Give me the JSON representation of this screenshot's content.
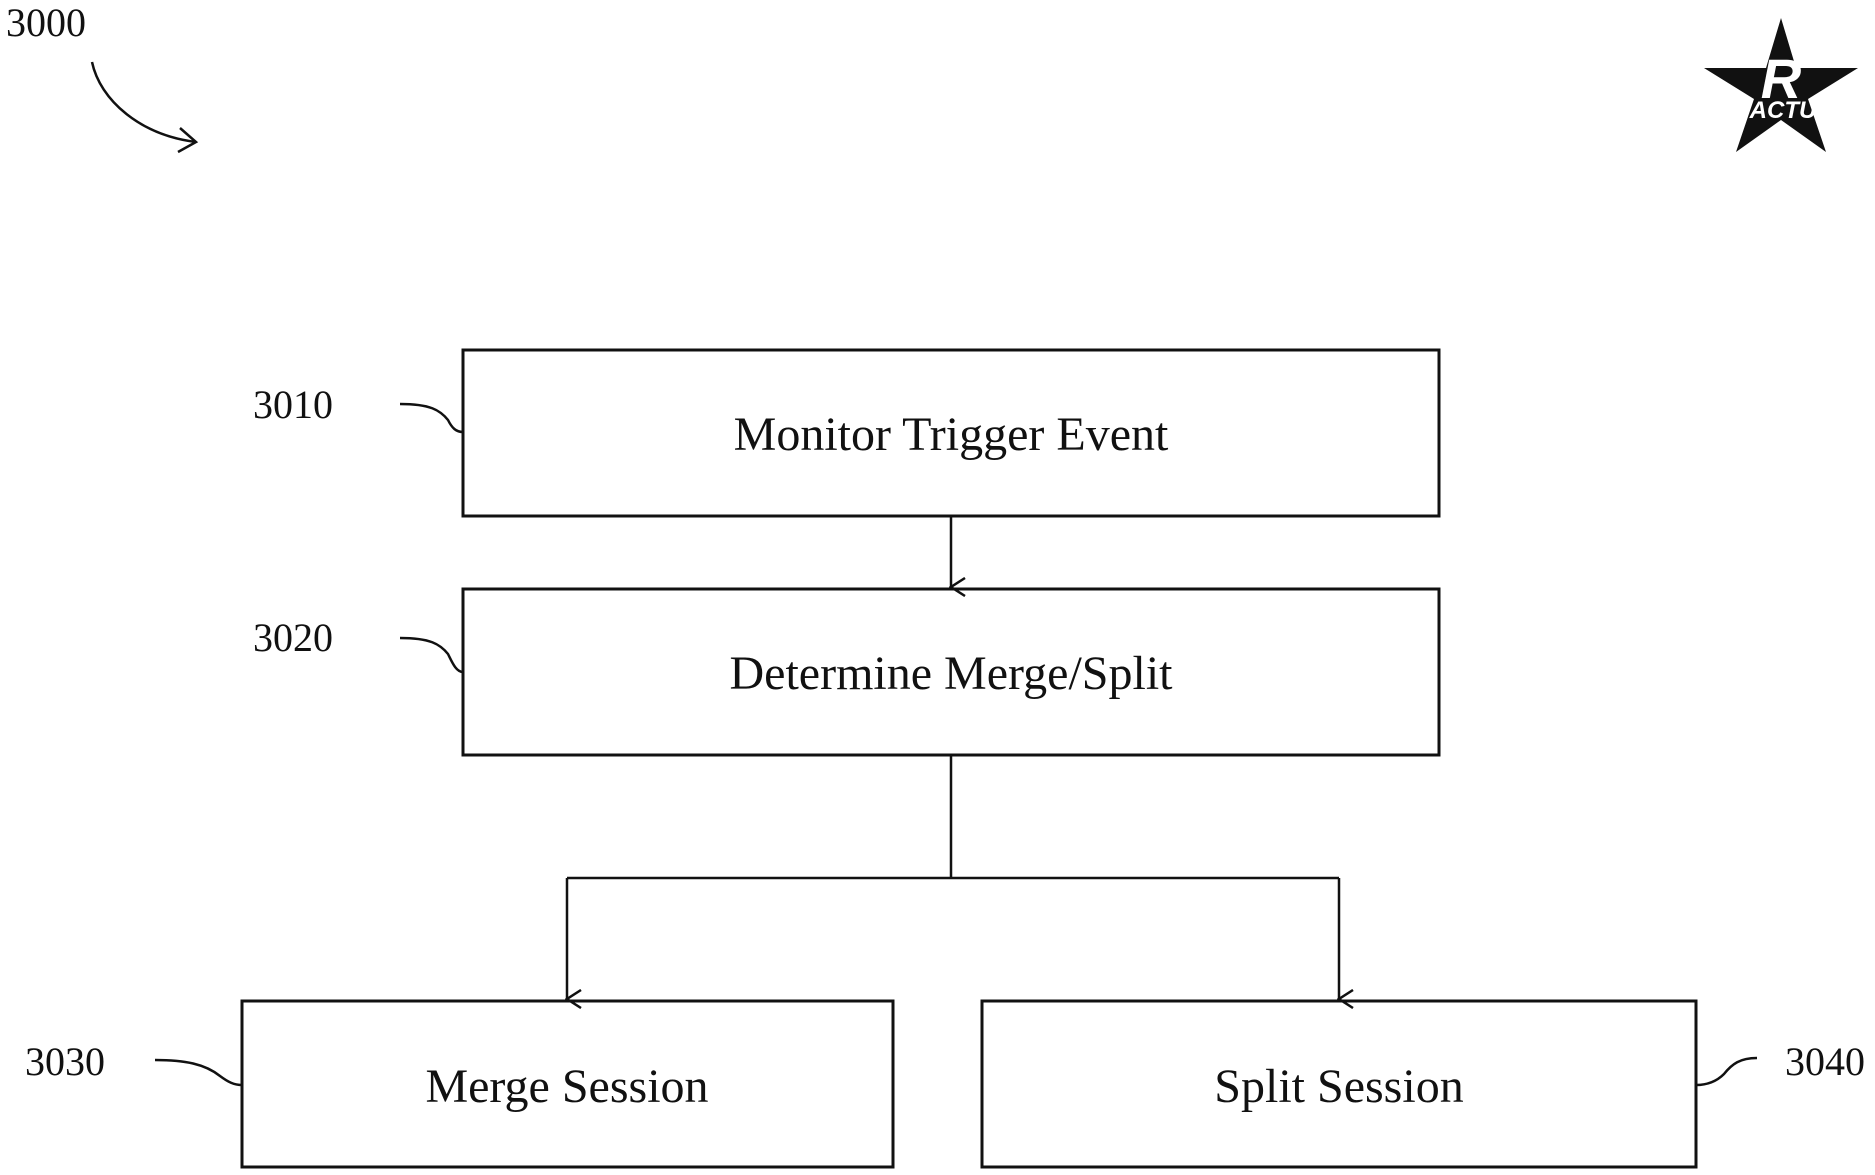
{
  "figure": {
    "ref": "3000"
  },
  "nodes": [
    {
      "id": "3010",
      "label": "Monitor Trigger Event",
      "ref": "3010"
    },
    {
      "id": "3020",
      "label": "Determine Merge/Split",
      "ref": "3020"
    },
    {
      "id": "3030",
      "label": "Merge Session",
      "ref": "3030"
    },
    {
      "id": "3040",
      "label": "Split Session",
      "ref": "3040"
    }
  ],
  "edges": [
    {
      "from": "3010",
      "to": "3020"
    },
    {
      "from": "3020",
      "to": "3030"
    },
    {
      "from": "3020",
      "to": "3040"
    }
  ],
  "logo": {
    "letter": "R",
    "text": "ACTU",
    "icon": "star-logo-icon"
  }
}
